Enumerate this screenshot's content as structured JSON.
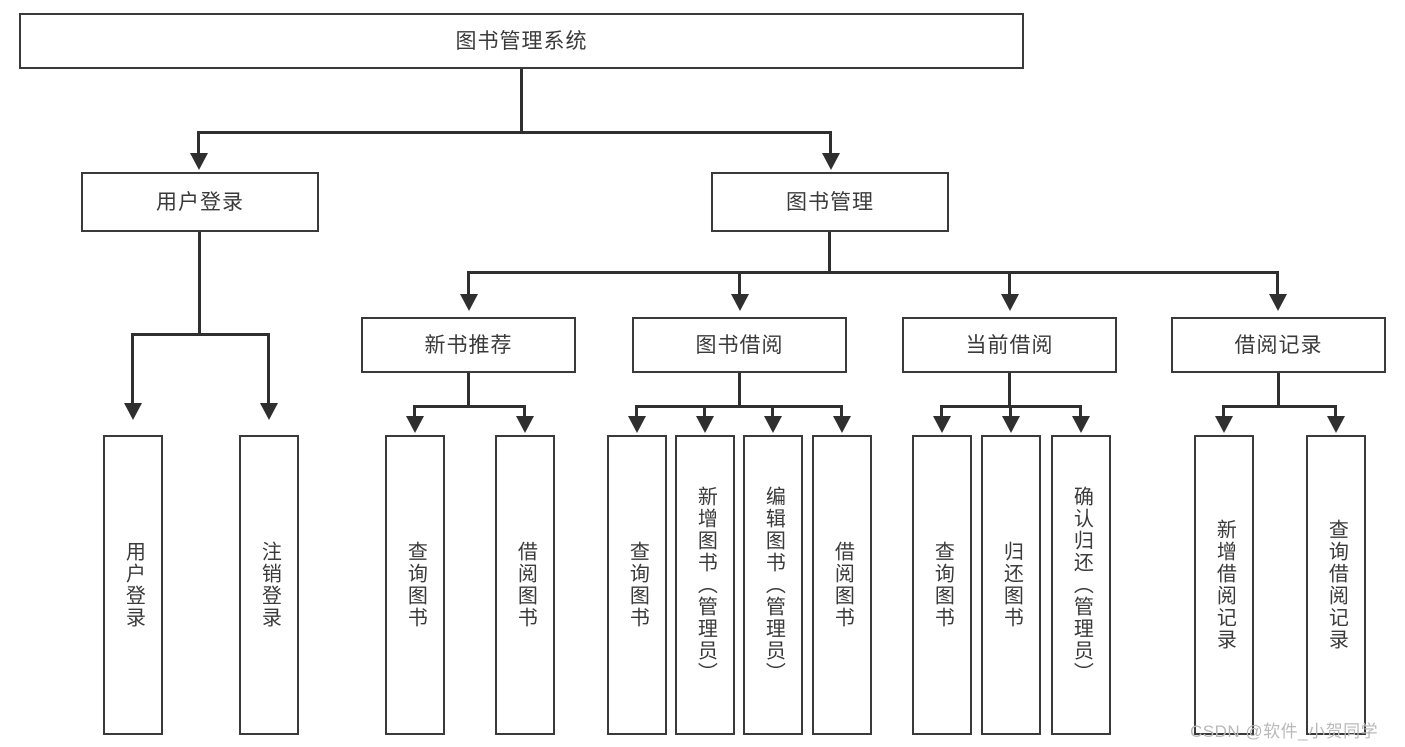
{
  "diagram": {
    "title": "图书管理系统",
    "type": "tree-hierarchy",
    "root": {
      "label": "图书管理系统"
    },
    "level2": [
      {
        "label": "用户登录"
      },
      {
        "label": "图书管理"
      }
    ],
    "level3": [
      {
        "label": "新书推荐"
      },
      {
        "label": "图书借阅"
      },
      {
        "label": "当前借阅"
      },
      {
        "label": "借阅记录"
      }
    ],
    "leaves": {
      "user_login": [
        {
          "label": "用户登录"
        },
        {
          "label": "注销登录"
        }
      ],
      "new_book_recommend": [
        {
          "label": "查询图书"
        },
        {
          "label": "借阅图书"
        }
      ],
      "book_borrow": [
        {
          "label": "查询图书"
        },
        {
          "label": "新增图书（管理员）"
        },
        {
          "label": "编辑图书（管理员）"
        },
        {
          "label": "借阅图书"
        }
      ],
      "current_borrow": [
        {
          "label": "查询图书"
        },
        {
          "label": "归还图书"
        },
        {
          "label": "确认归还（管理员）"
        }
      ],
      "borrow_record": [
        {
          "label": "新增借阅记录"
        },
        {
          "label": "查询借阅记录"
        }
      ]
    }
  },
  "watermark": {
    "text": "CSDN @软件_小贺同学"
  },
  "colors": {
    "border": "#3a3a3a",
    "line": "#2f2f2f",
    "text": "#3a3a3a",
    "background": "#ffffff",
    "watermark": "#b9b9b9"
  }
}
